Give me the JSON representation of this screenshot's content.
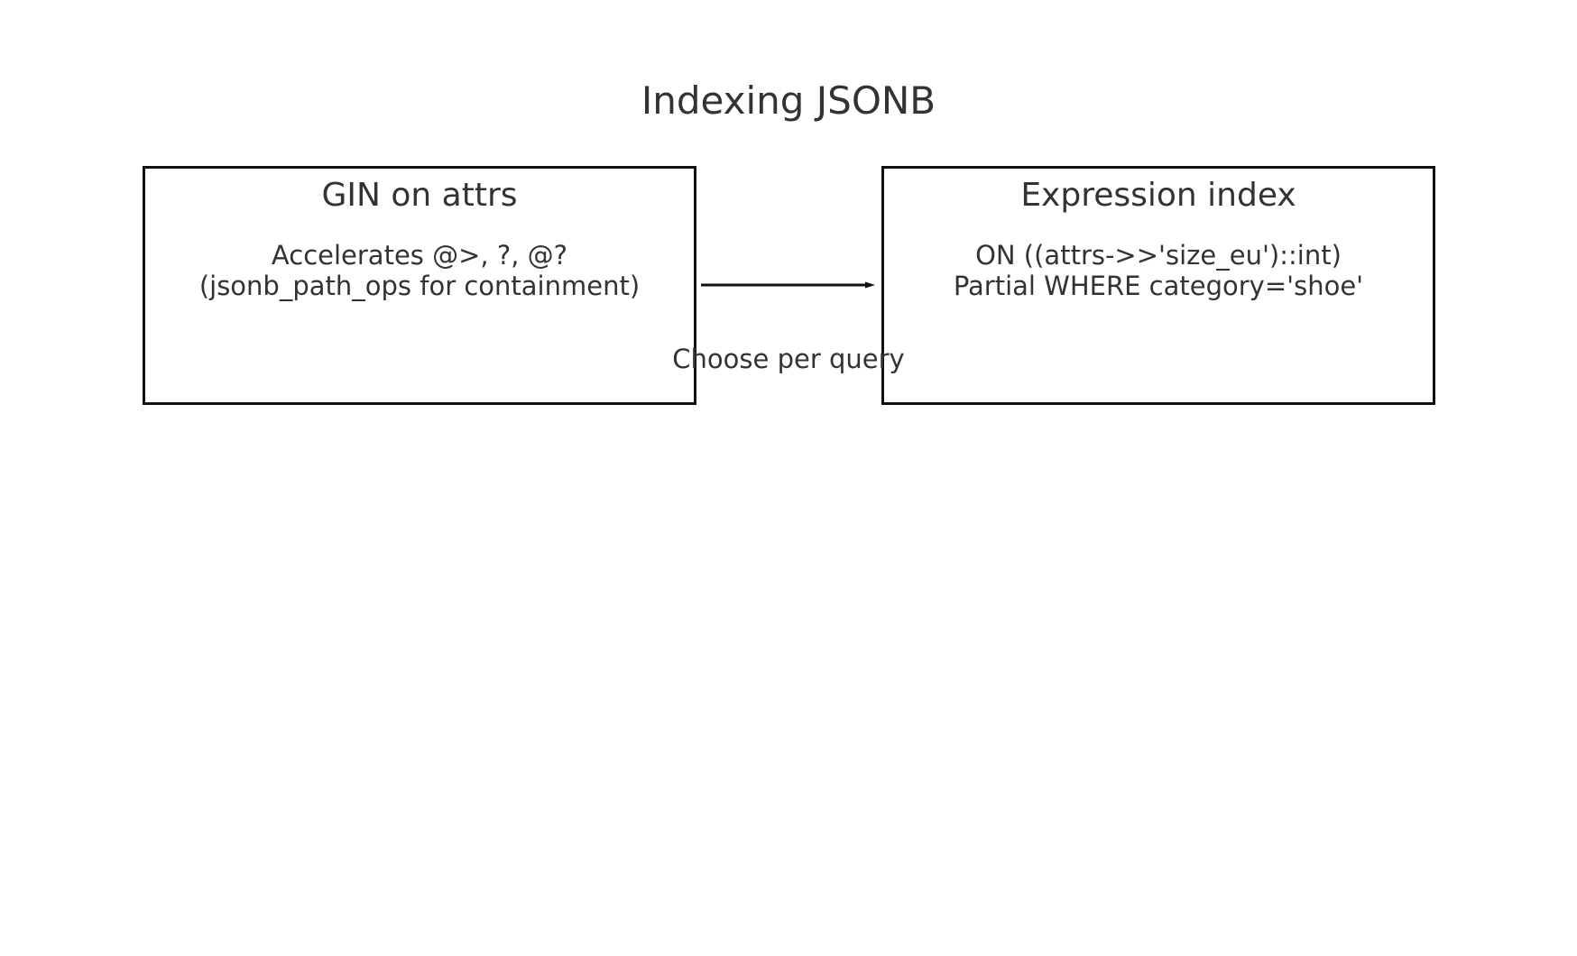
{
  "diagram": {
    "title": "Indexing JSONB",
    "nodes": [
      {
        "id": "gin",
        "title": "GIN on attrs",
        "lines": [
          "Accelerates @>, ?, @?",
          "(jsonb_path_ops for containment)"
        ]
      },
      {
        "id": "expression",
        "title": "Expression index",
        "lines": [
          "ON ((attrs->>'size_eu')::int)",
          "Partial WHERE category='shoe'"
        ]
      }
    ],
    "edges": [
      {
        "from": "gin",
        "to": "expression",
        "label": "Choose per query"
      }
    ],
    "colors": {
      "text": "#333333",
      "border": "#111111",
      "background": "#ffffff"
    }
  }
}
